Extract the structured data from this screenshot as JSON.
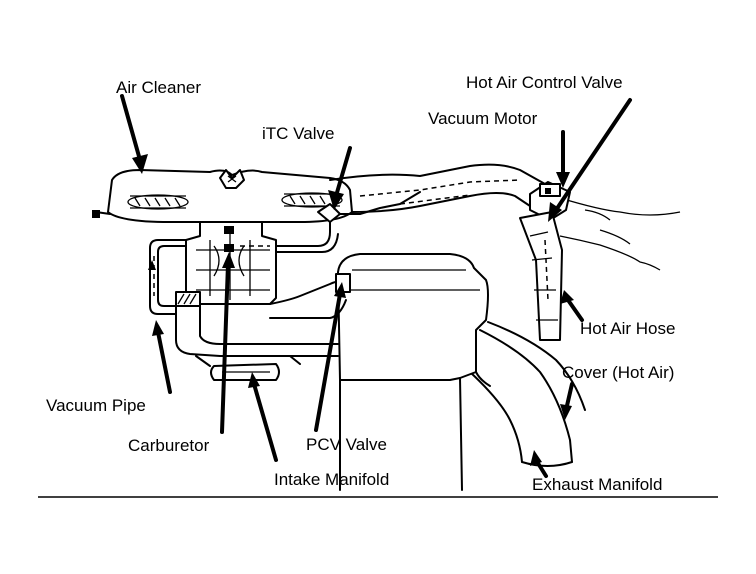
{
  "labels": {
    "air_cleaner": "Air Cleaner",
    "hot_air_control_valve": "Hot Air Control Valve",
    "itc_valve": "iTC Valve",
    "vacuum_motor": "Vacuum Motor",
    "hot_air_hose": "Hot Air Hose",
    "cover_hot_air": "Cover (Hot Air)",
    "vacuum_pipe": "Vacuum Pipe",
    "carburetor": "Carburetor",
    "pcv_valve": "PCV Valve",
    "intake_manifold": "Intake Manifold",
    "exhaust_manifold": "Exhaust Manifold"
  }
}
